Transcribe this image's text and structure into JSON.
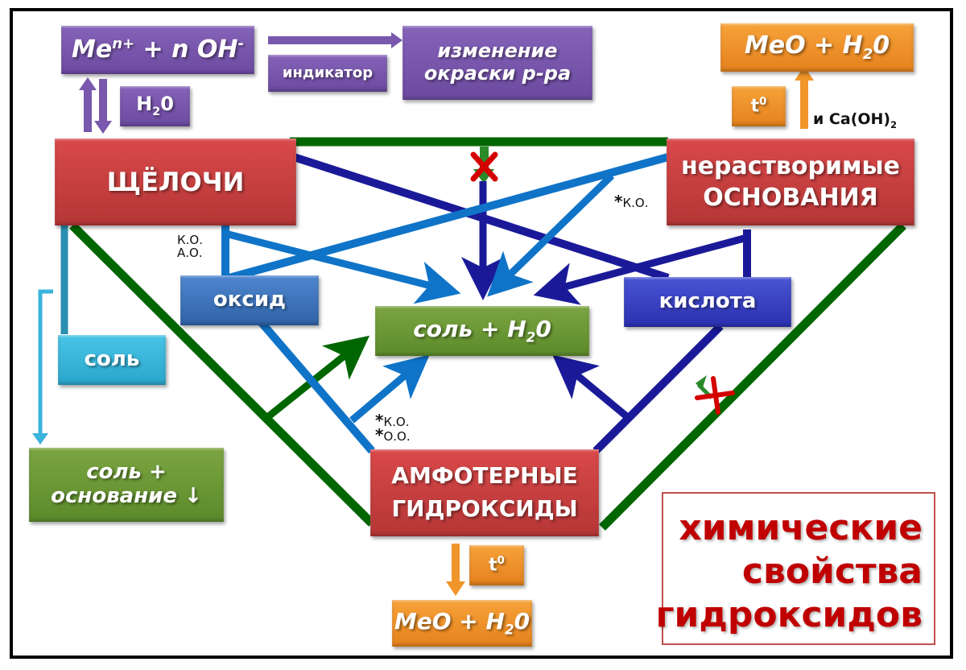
{
  "title": {
    "lines": [
      "химические",
      "свойства",
      "гидроксидов"
    ]
  },
  "nodes": {
    "ionization": {
      "base": "Me",
      "sup1": "n+",
      "mid": " + n OH",
      "sup2": "-"
    },
    "indicator_label": "индикатор",
    "color_change": {
      "line1": "изменение",
      "line2": "окраски р-ра"
    },
    "water_label": {
      "base": "H",
      "sub": "2",
      "tail": "0"
    },
    "alkalis": "ЩЁЛОЧИ",
    "insoluble_bases": {
      "line1": "нерастворимые",
      "line2": "ОСНОВАНИЯ"
    },
    "meo_top": {
      "base": "MeO + H",
      "sub": "2",
      "tail": "0"
    },
    "heat_top": {
      "base": "t",
      "sup": "0"
    },
    "caoh_note": {
      "base": "и Ca(OH)",
      "sub": "2"
    },
    "oxide": "оксид",
    "acid": "кислота",
    "salt_water": {
      "base": "соль + H",
      "sub": "2",
      "tail": "0"
    },
    "salt": "соль",
    "salt_base": {
      "line1": "соль +",
      "line2": "основание ↓"
    },
    "amphoteric": {
      "line1": "АМФОТЕРНЫЕ",
      "line2": "ГИДРОКСИДЫ"
    },
    "heat_bottom": {
      "base": "t",
      "sup": "0"
    },
    "meo_bottom": {
      "base": "MeO + H",
      "sub": "2",
      "tail": "0"
    }
  },
  "annotations": {
    "alkali_oxide": {
      "line1": "К.О.",
      "line2": "А.О."
    },
    "insoluble_oxide": {
      "star": "*",
      "text": "К.О."
    },
    "amph_oxide": {
      "star1": "*",
      "line1": "К.О.",
      "star2": "*",
      "line2": "О.О."
    }
  },
  "colors": {
    "alkali_line": "#006600",
    "acid_line": "#1a1a99",
    "oxide_line": "#0f74c8",
    "salt_line": "#2a8fb0",
    "forbidden": "#d40000",
    "title": "#c00000"
  }
}
